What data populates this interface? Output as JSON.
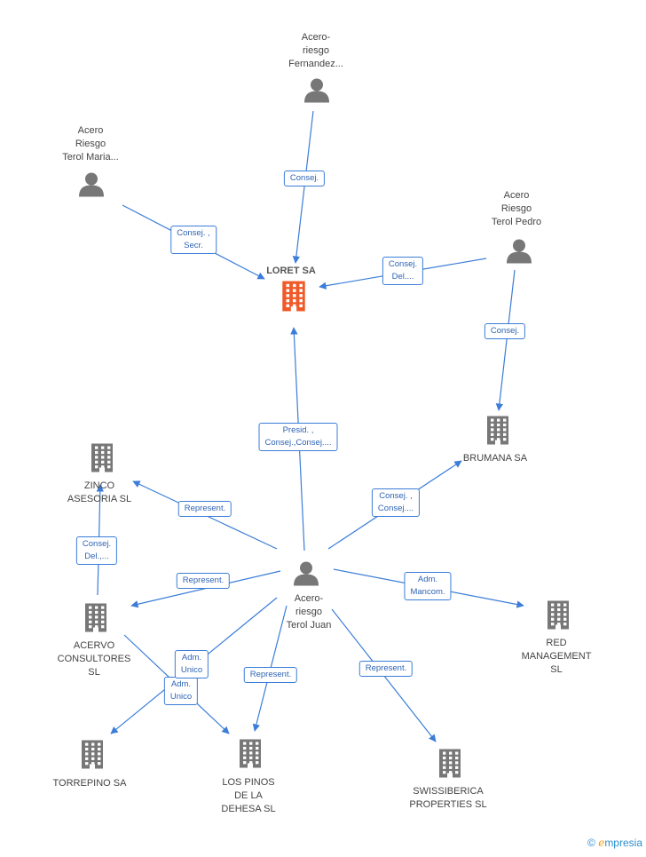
{
  "colors": {
    "edge": "#3b7dd8",
    "company": "#777777",
    "company_main": "#f05a28",
    "person": "#777777"
  },
  "nodes": [
    {
      "id": "loret",
      "type": "company-main",
      "label": "LORET SA"
    },
    {
      "id": "fernandez",
      "type": "person",
      "label": "Acero-\nriesgo\nFernandez..."
    },
    {
      "id": "maria",
      "type": "person",
      "label": "Acero\nRiesgo\nTerol Maria..."
    },
    {
      "id": "pedro",
      "type": "person",
      "label": "Acero\nRiesgo\nTerol Pedro"
    },
    {
      "id": "brumana",
      "type": "company",
      "label": "BRUMANA SA"
    },
    {
      "id": "juan",
      "type": "person",
      "label": "Acero-\nriesgo\nTerol Juan"
    },
    {
      "id": "zinco",
      "type": "company",
      "label": "ZINCO\nASESORIA SL"
    },
    {
      "id": "acervo",
      "type": "company",
      "label": "ACERVO\nCONSULTORES\nSL"
    },
    {
      "id": "red",
      "type": "company",
      "label": "RED\nMANAGEMENT\nSL"
    },
    {
      "id": "torrepino",
      "type": "company",
      "label": "TORREPINO SA"
    },
    {
      "id": "pinos",
      "type": "company",
      "label": "LOS PINOS\nDE LA\nDEHESA SL"
    },
    {
      "id": "swiss",
      "type": "company",
      "label": "SWISSIBERICA\nPROPERTIES SL"
    }
  ],
  "edges": [
    {
      "from": "fernandez",
      "to": "loret",
      "label": "Consej."
    },
    {
      "from": "maria",
      "to": "loret",
      "label": "Consej. ,\nSecr."
    },
    {
      "from": "pedro",
      "to": "loret",
      "label": "Consej.\nDel...."
    },
    {
      "from": "pedro",
      "to": "brumana",
      "label": "Consej."
    },
    {
      "from": "juan",
      "to": "loret",
      "label": "Presid. ,\nConsej.,Consej...."
    },
    {
      "from": "juan",
      "to": "brumana",
      "label": "Consej. ,\nConsej...."
    },
    {
      "from": "juan",
      "to": "zinco",
      "label": "Represent."
    },
    {
      "from": "acervo",
      "to": "zinco",
      "label": "Consej.\nDel.,..."
    },
    {
      "from": "juan",
      "to": "acervo",
      "label": "Represent."
    },
    {
      "from": "juan",
      "to": "red",
      "label": "Adm.\nMancom."
    },
    {
      "from": "juan",
      "to": "torrepino",
      "label": "Adm.\nUnico"
    },
    {
      "from": "acervo",
      "to": "pinos",
      "label": "Adm.\nUnico"
    },
    {
      "from": "juan",
      "to": "pinos",
      "label": "Represent."
    },
    {
      "from": "juan",
      "to": "swiss",
      "label": "Represent."
    }
  ],
  "footer": {
    "copyright": "©",
    "brand_first": "e",
    "brand_rest": "mpresia"
  }
}
